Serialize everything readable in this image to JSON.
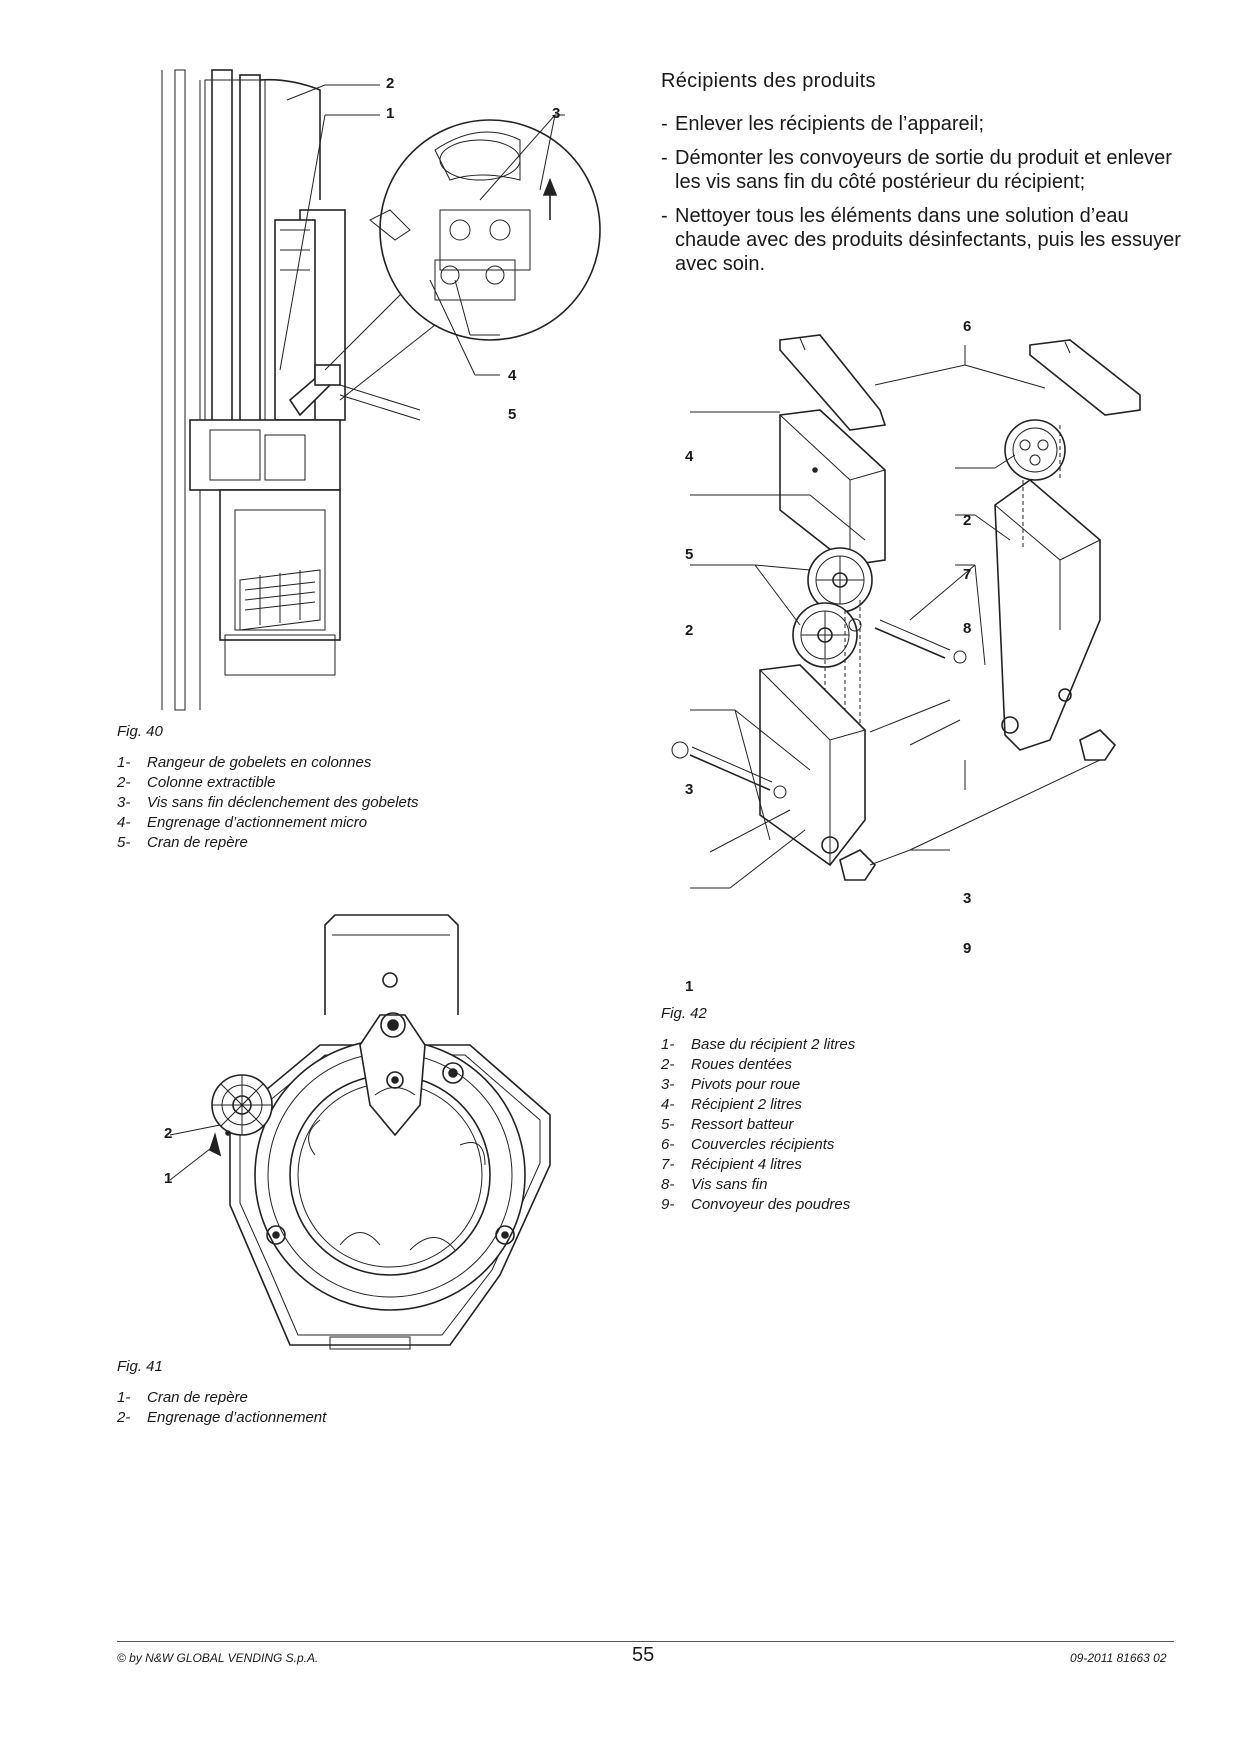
{
  "section": {
    "title": "Récipients des produits",
    "steps": [
      "Enlever les récipients de l’appareil;",
      "Démonter les convoyeurs de sortie du produit et enlever les vis sans fin du côté postérieur du récipient;",
      "Nettoyer tous les éléments dans une solution d’eau chaude avec des produits désinfectants, puis les essuyer avec soin."
    ],
    "dash": "-"
  },
  "fig40": {
    "caption": "Fig. 40",
    "callouts": [
      "2",
      "1",
      "3",
      "4",
      "5"
    ],
    "legend": [
      {
        "num": "1-",
        "text": "Rangeur de gobelets en colonnes"
      },
      {
        "num": "2-",
        "text": "Colonne extractible"
      },
      {
        "num": "3-",
        "text": "Vis sans fin déclenchement des gobelets"
      },
      {
        "num": "4-",
        "text": "Engrenage d’actionnement micro"
      },
      {
        "num": "5-",
        "text": "Cran de repère"
      }
    ]
  },
  "fig41": {
    "caption": "Fig. 41",
    "callouts": [
      "2",
      "1"
    ],
    "legend": [
      {
        "num": "1-",
        "text": "Cran de repère"
      },
      {
        "num": "2-",
        "text": "Engrenage d’actionnement"
      }
    ]
  },
  "fig42": {
    "caption": "Fig. 42",
    "callouts": [
      "6",
      "4",
      "2",
      "5",
      "7",
      "2",
      "8",
      "3",
      "3",
      "9",
      "1"
    ],
    "legend": [
      {
        "num": "1-",
        "text": "Base du récipient 2 litres"
      },
      {
        "num": "2-",
        "text": "Roues dentées"
      },
      {
        "num": "3-",
        "text": "Pivots pour roue"
      },
      {
        "num": "4-",
        "text": "Récipient 2 litres"
      },
      {
        "num": "5-",
        "text": "Ressort batteur"
      },
      {
        "num": "6-",
        "text": "Couvercles récipients"
      },
      {
        "num": "7-",
        "text": "Récipient 4 litres"
      },
      {
        "num": "8-",
        "text": "Vis sans fin"
      },
      {
        "num": "9-",
        "text": "Convoyeur des poudres"
      }
    ]
  },
  "footer": {
    "copyright": "© by N&W GLOBAL VENDING S.p.A.",
    "page": "55",
    "doc_code": "09-2011 81663 02"
  }
}
